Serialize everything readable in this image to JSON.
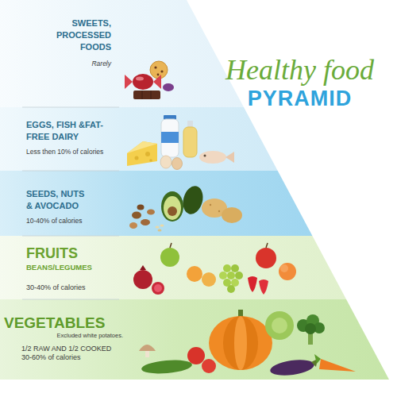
{
  "diagram": {
    "title": "Healthy food PYRAMID",
    "nodes": [
      {
        "text": [
          "SWEETS, PROCESSED FOODS",
          "Rarely"
        ]
      },
      {
        "text": [
          "EGGS, FISH &FAT-FREE DAIRY",
          "Less then 10% of calories"
        ]
      },
      {
        "text": [
          "SEEDS, NUTS & AVOCADO",
          "10-40% of calories"
        ]
      },
      {
        "text": [
          "FRUITS",
          "BEANS/LEGUMES",
          "30-40% of calories"
        ]
      },
      {
        "text": [
          "VEGETABLES",
          "Excluded white potatoes.",
          "1/2 RAW AND 1/2 COOKED",
          "30-60% of calories"
        ]
      }
    ]
  }
}
